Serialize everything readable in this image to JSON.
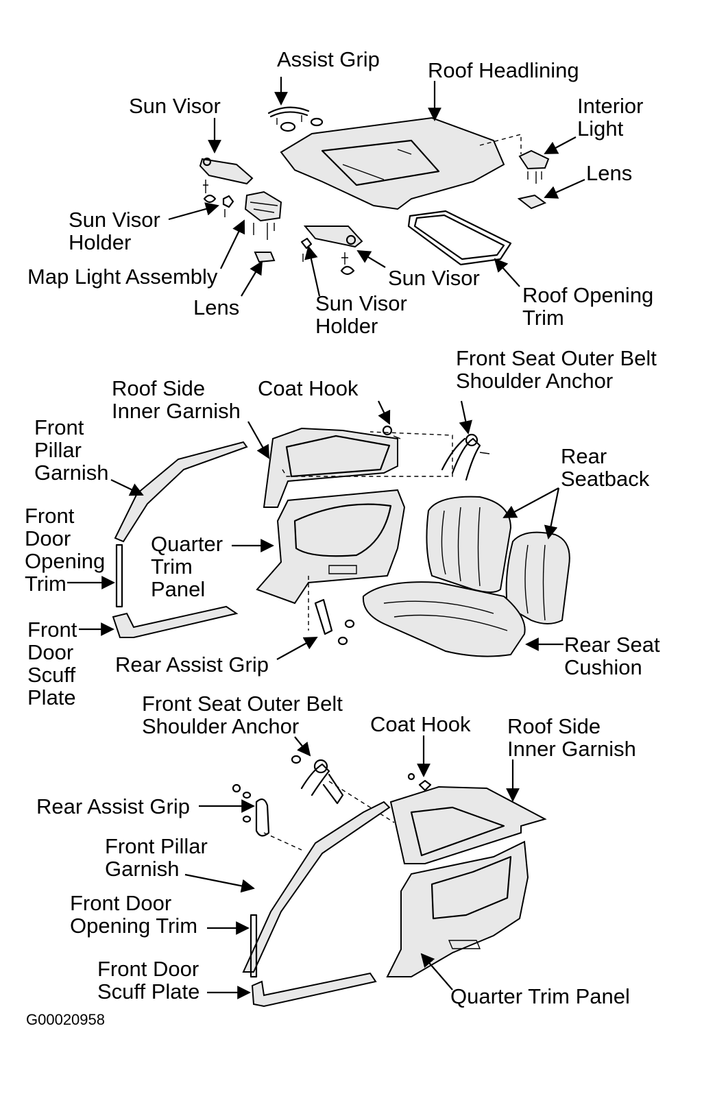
{
  "figure_code": "G00020958",
  "top_section": {
    "assist_grip": "Assist Grip",
    "roof_headlining": "Roof Headlining",
    "sun_visor_left": "Sun Visor",
    "interior_light": "Interior\nLight",
    "lens_right": "Lens",
    "sun_visor_holder_left": "Sun Visor\nHolder",
    "map_light_assembly": "Map Light Assembly",
    "lens_lower": "Lens",
    "sun_visor_holder_center": "Sun Visor\nHolder",
    "sun_visor_center": "Sun Visor",
    "roof_opening_trim": "Roof Opening\nTrim"
  },
  "middle_section": {
    "front_seat_outer_belt": "Front Seat Outer Belt\nShoulder Anchor",
    "roof_side_inner_garnish": "Roof Side\nInner Garnish",
    "coat_hook": "Coat Hook",
    "front_pillar_garnish": "Front\nPillar\nGarnish",
    "rear_seatback": "Rear\nSeatback",
    "front_door_opening_trim": "Front\nDoor\nOpening\nTrim",
    "quarter_trim_panel": "Quarter\nTrim\nPanel",
    "front_door_scuff_plate": "Front\nDoor\nScuff\nPlate",
    "rear_assist_grip": "Rear Assist Grip",
    "rear_seat_cushion": "Rear Seat\nCushion"
  },
  "bottom_section": {
    "front_seat_outer_belt": "Front Seat Outer Belt\nShoulder Anchor",
    "coat_hook": "Coat Hook",
    "roof_side_inner_garnish": "Roof Side\nInner Garnish",
    "rear_assist_grip": "Rear Assist Grip",
    "front_pillar_garnish": "Front Pillar\nGarnish",
    "front_door_opening_trim": "Front Door\nOpening Trim",
    "front_door_scuff_plate": "Front Door\nScuff Plate",
    "quarter_trim_panel": "Quarter Trim Panel"
  }
}
